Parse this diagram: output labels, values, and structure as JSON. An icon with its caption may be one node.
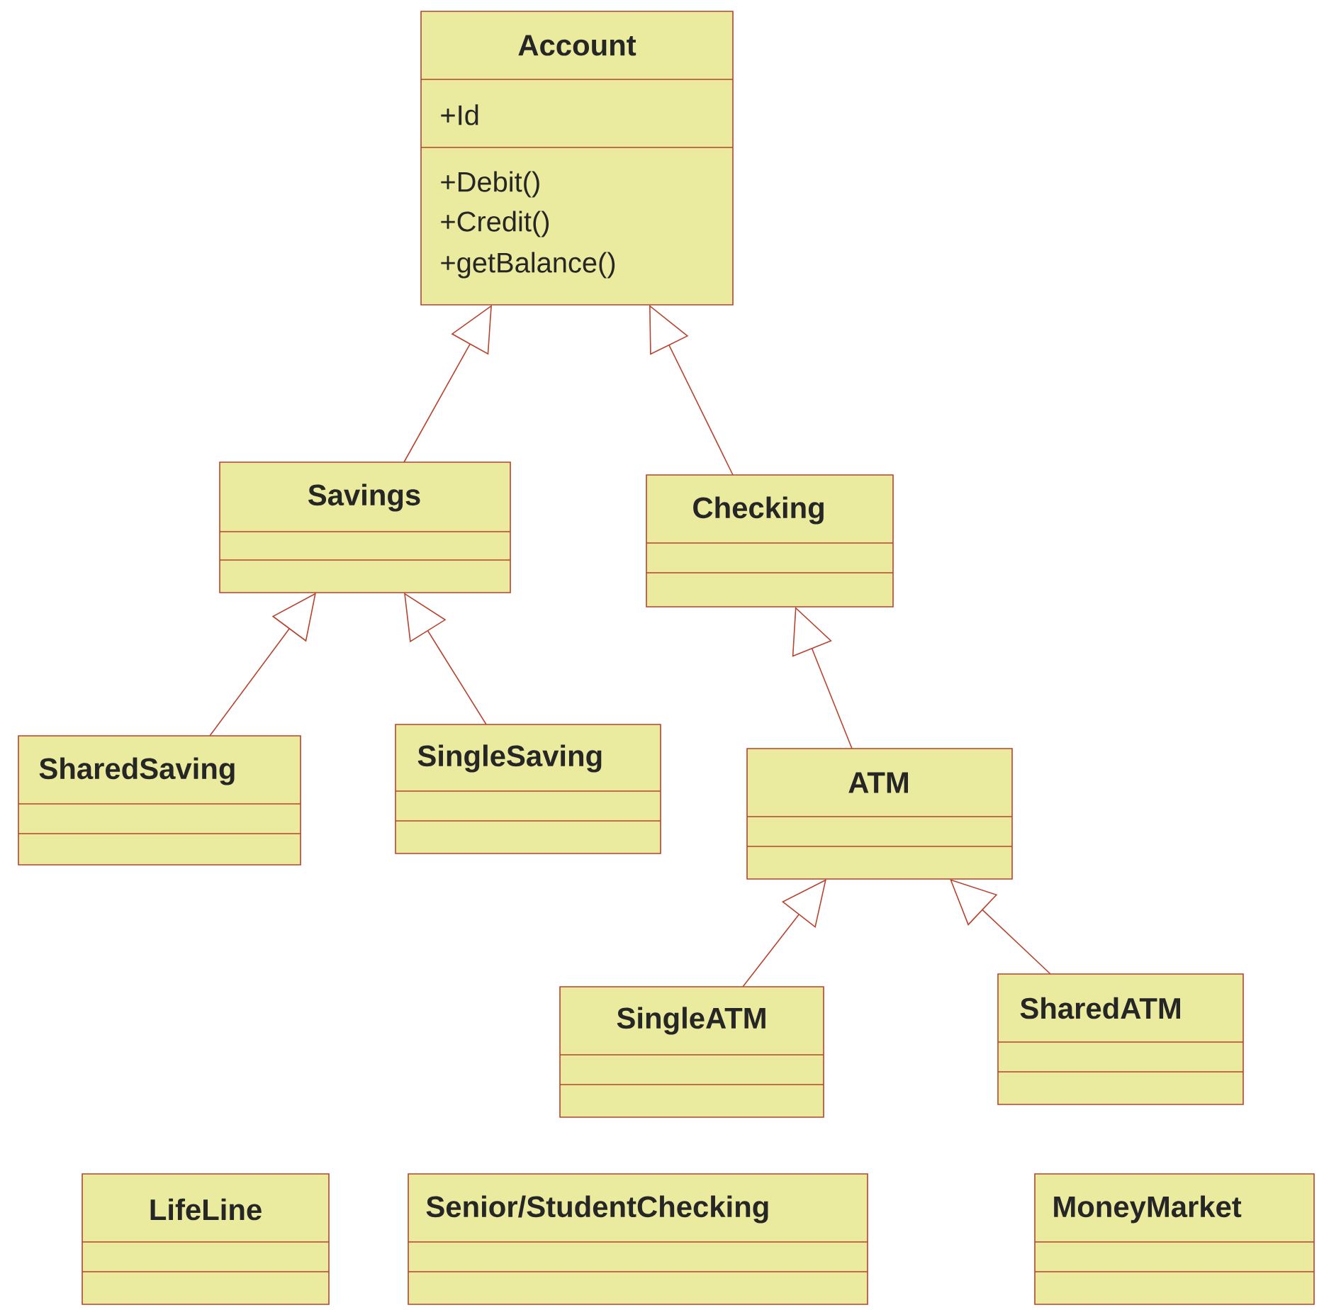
{
  "diagram": {
    "nodes": [
      {
        "text": [
          "Account",
          "+Id",
          "+Debit()",
          "+Credit()",
          "+getBalance()"
        ]
      },
      {
        "text": [
          "Savings"
        ]
      },
      {
        "text": [
          "Checking"
        ]
      },
      {
        "text": [
          "SharedSaving"
        ]
      },
      {
        "text": [
          "SingleSaving"
        ]
      },
      {
        "text": [
          "ATM"
        ]
      },
      {
        "text": [
          "SingleATM"
        ]
      },
      {
        "text": [
          "SharedATM"
        ]
      },
      {
        "text": [
          "LifeLine"
        ]
      },
      {
        "text": [
          "Senior/StudentChecking"
        ]
      },
      {
        "text": [
          "MoneyMarket"
        ]
      }
    ],
    "edges": [
      {
        "from": 1,
        "to": 0,
        "arrow": "to"
      },
      {
        "from": 2,
        "to": 0,
        "arrow": "to"
      },
      {
        "from": 3,
        "to": 1,
        "arrow": "to"
      },
      {
        "from": 4,
        "to": 1,
        "arrow": "to"
      },
      {
        "from": 5,
        "to": 2,
        "arrow": "to"
      },
      {
        "from": 6,
        "to": 5,
        "arrow": "to"
      },
      {
        "from": 7,
        "to": 5,
        "arrow": "to"
      }
    ]
  }
}
